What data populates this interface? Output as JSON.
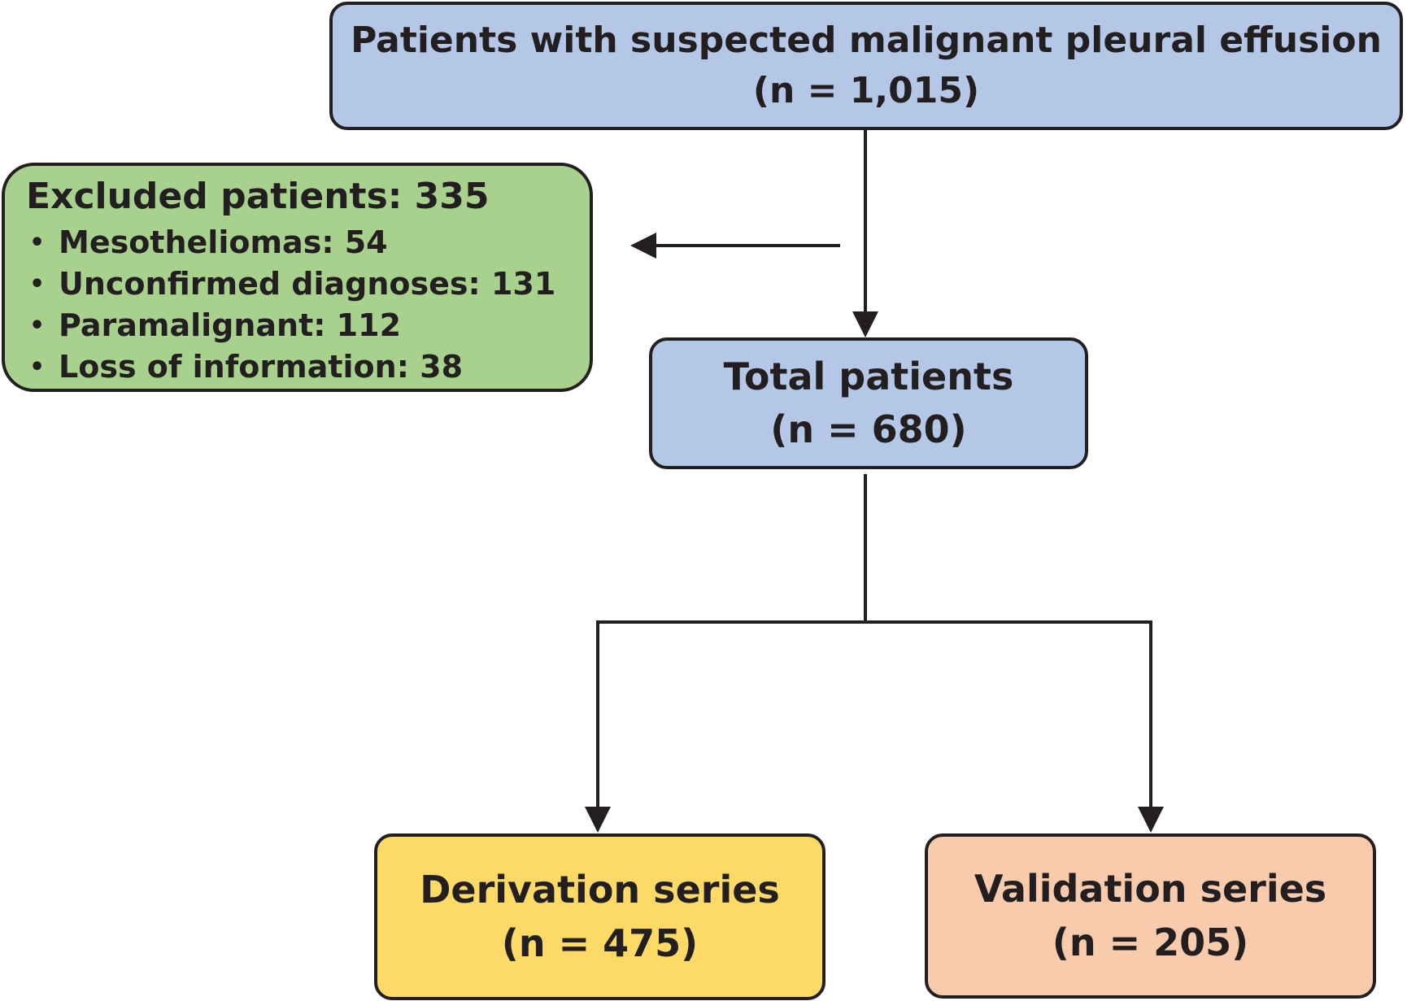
{
  "top_box": {
    "line1": "Patients with suspected malignant pleural effusion",
    "line2": "(n = 1,015)"
  },
  "excluded_box": {
    "title": "Excluded patients: 335",
    "items": [
      {
        "bullet": "•",
        "label": "Mesotheliomas: 54"
      },
      {
        "bullet": "•",
        "label": "Unconfirmed diagnoses: 131"
      },
      {
        "bullet": "•",
        "label": "Paramalignant: 112"
      },
      {
        "bullet": "•",
        "label": "Loss of information: 38"
      }
    ]
  },
  "total_box": {
    "line1": "Total patients",
    "line2": "(n = 680)"
  },
  "derivation_box": {
    "line1": "Derivation series",
    "line2": "(n = 475)"
  },
  "validation_box": {
    "line1": "Validation series",
    "line2": "(n = 205)"
  },
  "colors": {
    "blue_box": "#b4c7e7",
    "green_box": "#a9d18e",
    "yellow_box": "#fdd966",
    "peach_box": "#f8cbad",
    "stroke": "#231f20"
  }
}
